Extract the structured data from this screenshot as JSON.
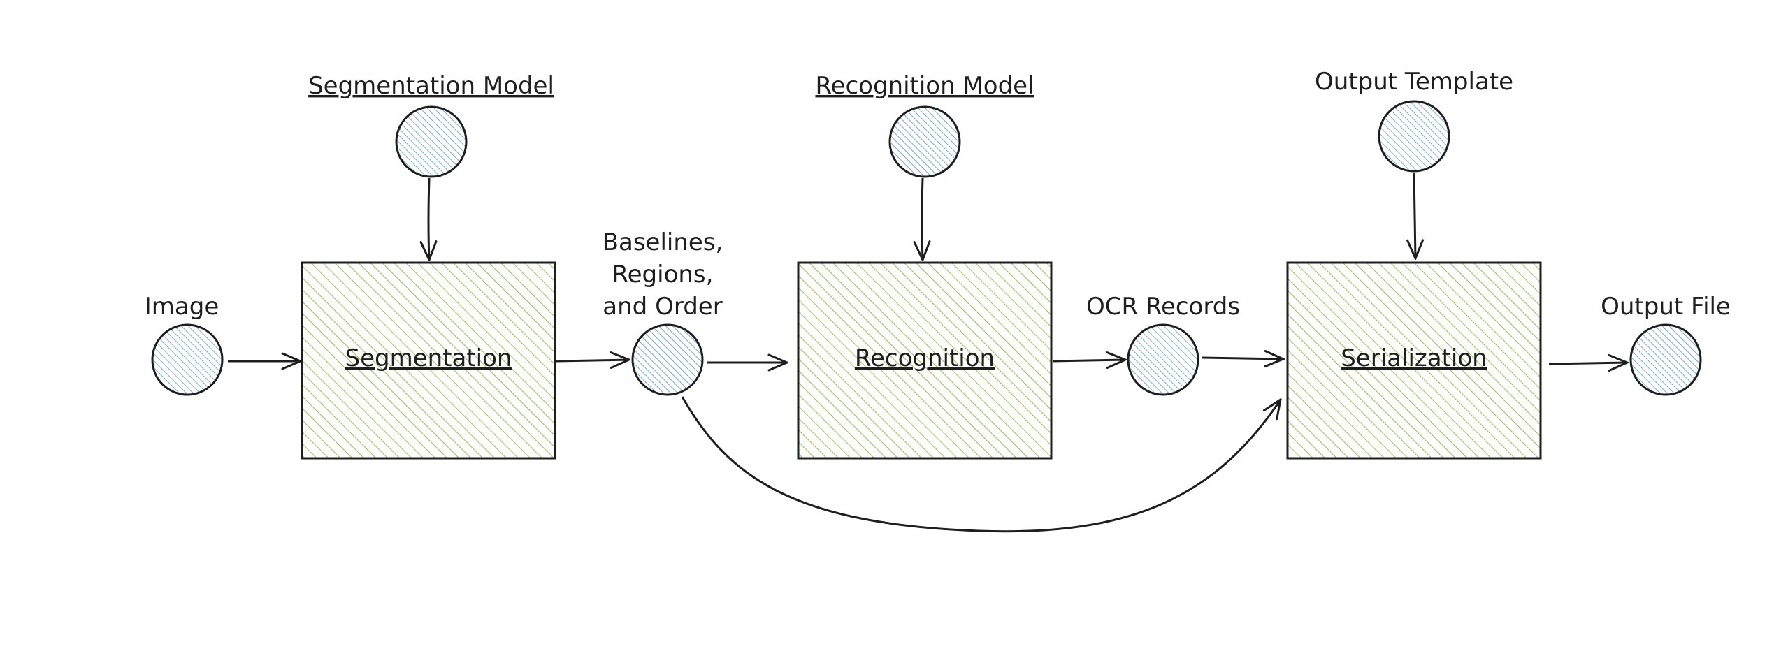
{
  "colors": {
    "ink": "#1e1e1e",
    "box_fill": "#9cc25a",
    "node_fill": "#6a9fd8",
    "background": "#ffffff"
  },
  "nodes": {
    "image": "Image",
    "segmentation_model": "Segmentation Model",
    "intermediate": [
      "Baselines,",
      "Regions,",
      "and Order"
    ],
    "recognition_model": "Recognition Model",
    "ocr_records": "OCR Records",
    "output_template": "Output Template",
    "output_file": "Output File"
  },
  "processes": {
    "segmentation": "Segmentation",
    "recognition": "Recognition",
    "serialization": "Serialization"
  }
}
